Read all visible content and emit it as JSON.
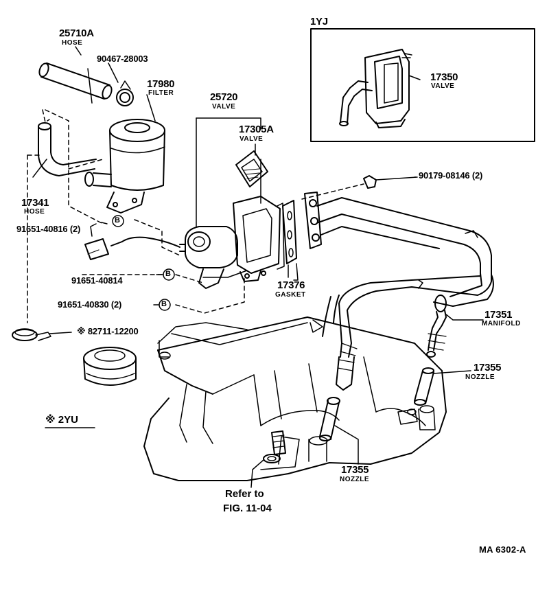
{
  "header": {
    "variant_1yj": "1YJ"
  },
  "parts": {
    "hose_25710a": {
      "number": "25710A",
      "name": "HOSE"
    },
    "clamp_90467": {
      "number": "90467-28003"
    },
    "filter_17980": {
      "number": "17980",
      "name": "FILTER"
    },
    "valve_25720": {
      "number": "25720",
      "name": "VALVE"
    },
    "valve_17305a": {
      "number": "17305A",
      "name": "VALVE"
    },
    "valve_17350": {
      "number": "17350",
      "name": "VALVE"
    },
    "nut_90179": {
      "number": "90179-08146 (2)"
    },
    "hose_17341": {
      "number": "17341",
      "name": "HOSE"
    },
    "bolt_91651_40816": {
      "number": "91651-40816 (2)",
      "marker": "B"
    },
    "bolt_91651_40814": {
      "number": "91651-40814",
      "marker": "B"
    },
    "bolt_91651_40830": {
      "number": "91651-40830 (2)",
      "marker": "B"
    },
    "gasket_17376": {
      "number": "17376",
      "name": "GASKET"
    },
    "manifold_17351": {
      "number": "17351",
      "name": "MANIFOLD"
    },
    "clamp_82711": {
      "number": "※ 82711-12200"
    },
    "nozzle_17355_a": {
      "number": "17355",
      "name": "NOZZLE"
    },
    "nozzle_17355_b": {
      "number": "17355",
      "name": "NOZZLE"
    }
  },
  "notes": {
    "variant_2yu": "※ 2YU",
    "refer_line1": "Refer to",
    "refer_line2": "FIG. 11-04"
  },
  "footer": {
    "code": "MA  6302-A"
  }
}
